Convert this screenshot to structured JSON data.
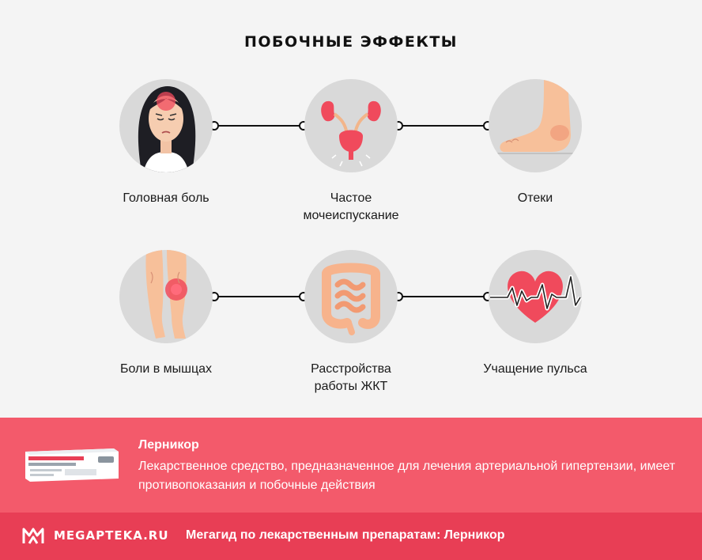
{
  "title": "ПОБОЧНЫЕ ЭФФЕКТЫ",
  "effects": [
    {
      "label": "Головная боль",
      "icon": "headache-icon"
    },
    {
      "label": "Частое мочеиспускание",
      "icon": "kidneys-bladder-icon"
    },
    {
      "label": "Отеки",
      "icon": "swollen-foot-icon"
    },
    {
      "label": "Боли в мышцах",
      "icon": "leg-muscle-pain-icon"
    },
    {
      "label": "Расстройства работы ЖКТ",
      "icon": "intestines-icon"
    },
    {
      "label": "Учащение пульса",
      "icon": "heart-pulse-icon"
    }
  ],
  "info": {
    "title": "Лерникор",
    "text": "Лекарственное средство, предназначенное для лечения артериальной гипертензии, имеет противопоказания и побочные действия",
    "product_image": "lernikor-package-icon"
  },
  "footer": {
    "logo": "MEGAPTEKA.RU",
    "text": "Мегагид по лекарственным препаратам: Лерникор"
  },
  "colors": {
    "accent": "#f35a6b",
    "accent_dark": "#e83e55",
    "circle_bg": "#d9d9d9"
  }
}
